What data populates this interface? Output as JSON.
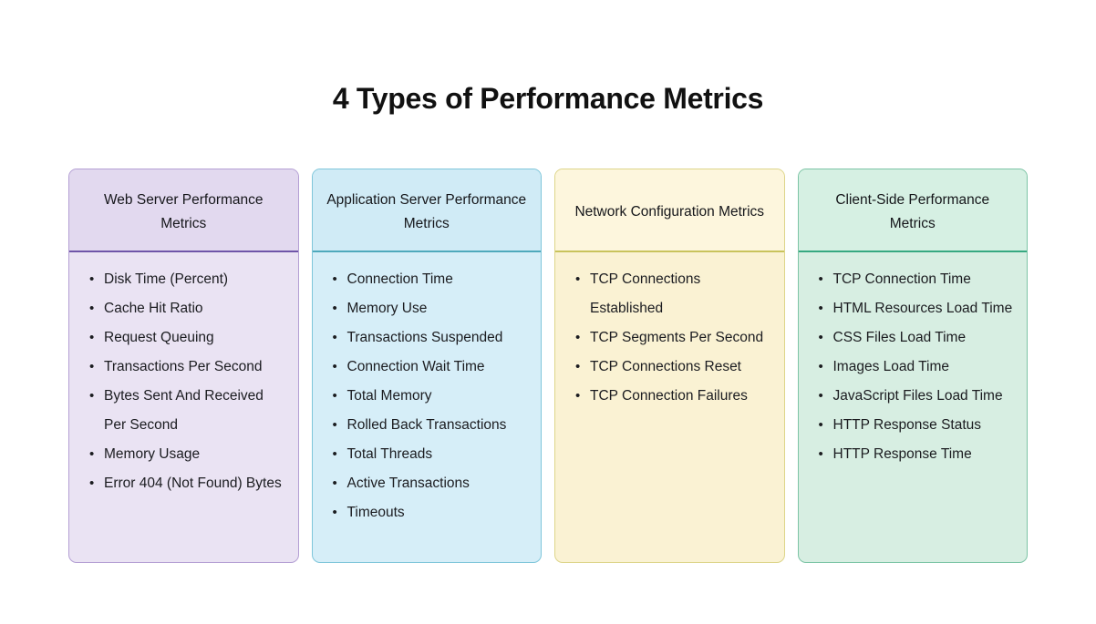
{
  "page": {
    "title": "4 Types of Performance Metrics",
    "background_color": "#ffffff"
  },
  "columns": [
    {
      "id": "web-server",
      "title": "Web Server Performance Metrics",
      "colors": {
        "body": "#eae3f3",
        "header": "#e2d9ef",
        "border": "#b49fd4",
        "divider": "#6f55a8"
      },
      "items": [
        "Disk Time (Percent)",
        "Cache Hit Ratio",
        "Request Queuing",
        "Transactions Per Second",
        "Bytes Sent And Received Per Second",
        "Memory Usage",
        "Error 404 (Not Found) Bytes"
      ]
    },
    {
      "id": "application-server",
      "title": "Application Server Performance Metrics",
      "colors": {
        "body": "#d6eef8",
        "header": "#d0ebf6",
        "border": "#7fc6da",
        "divider": "#4fa9bc"
      },
      "items": [
        "Connection Time",
        "Memory Use",
        "Transactions Suspended",
        "Connection Wait Time",
        "Total Memory",
        "Rolled Back Transactions",
        "Total Threads",
        "Active Transactions",
        "Timeouts"
      ]
    },
    {
      "id": "network-configuration",
      "title": "Network Configuration Metrics",
      "colors": {
        "body": "#faf2d3",
        "header": "#fdf6dd",
        "border": "#ddd58a",
        "divider": "#c8c35c"
      },
      "items": [
        "TCP Connections Established",
        "TCP Segments Per Second",
        "TCP Connections Reset",
        "TCP Connection Failures"
      ]
    },
    {
      "id": "client-side",
      "title": "Client-Side Performance Metrics",
      "colors": {
        "body": "#d7eee2",
        "header": "#d6f0e3",
        "border": "#7cc4a5",
        "divider": "#36a881"
      },
      "items": [
        "TCP Connection Time",
        "HTML Resources Load Time",
        "CSS Files Load Time",
        "Images Load Time",
        "JavaScript Files Load Time",
        "HTTP Response Status",
        "HTTP Response Time"
      ]
    }
  ],
  "bullet_glyph": "•"
}
